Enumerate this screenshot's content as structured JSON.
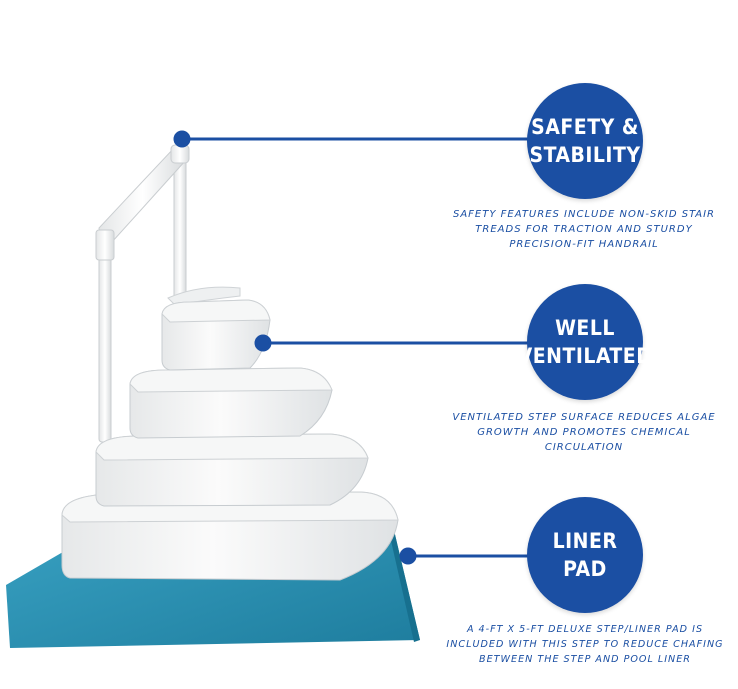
{
  "features": [
    {
      "title_lines": [
        "SAFETY &",
        "STABILITY"
      ],
      "desc_lines": [
        "SAFETY FEATURES INCLUDE NON-SKID STAIR",
        "TREADS FOR TRACTION AND STURDY",
        "PRECISION-FIT HANDRAIL"
      ]
    },
    {
      "title_lines": [
        "WELL",
        "VENTILATED"
      ],
      "desc_lines": [
        "VENTILATED STEP SURFACE REDUCES ALGAE",
        "GROWTH AND PROMOTES CHEMICAL",
        "CIRCULATION"
      ]
    },
    {
      "title_lines": [
        "LINER",
        "PAD"
      ],
      "desc_lines": [
        "A 4-FT X 5-FT DELUXE STEP/LINER PAD IS",
        "INCLUDED WITH THIS STEP TO REDUCE CHAFING",
        "BETWEEN THE STEP AND POOL LINER"
      ]
    }
  ],
  "colors": {
    "accent_blue": "#1b4fa3",
    "pad_blue": "#2b8fb0",
    "step_white": "#f3f4f4"
  }
}
